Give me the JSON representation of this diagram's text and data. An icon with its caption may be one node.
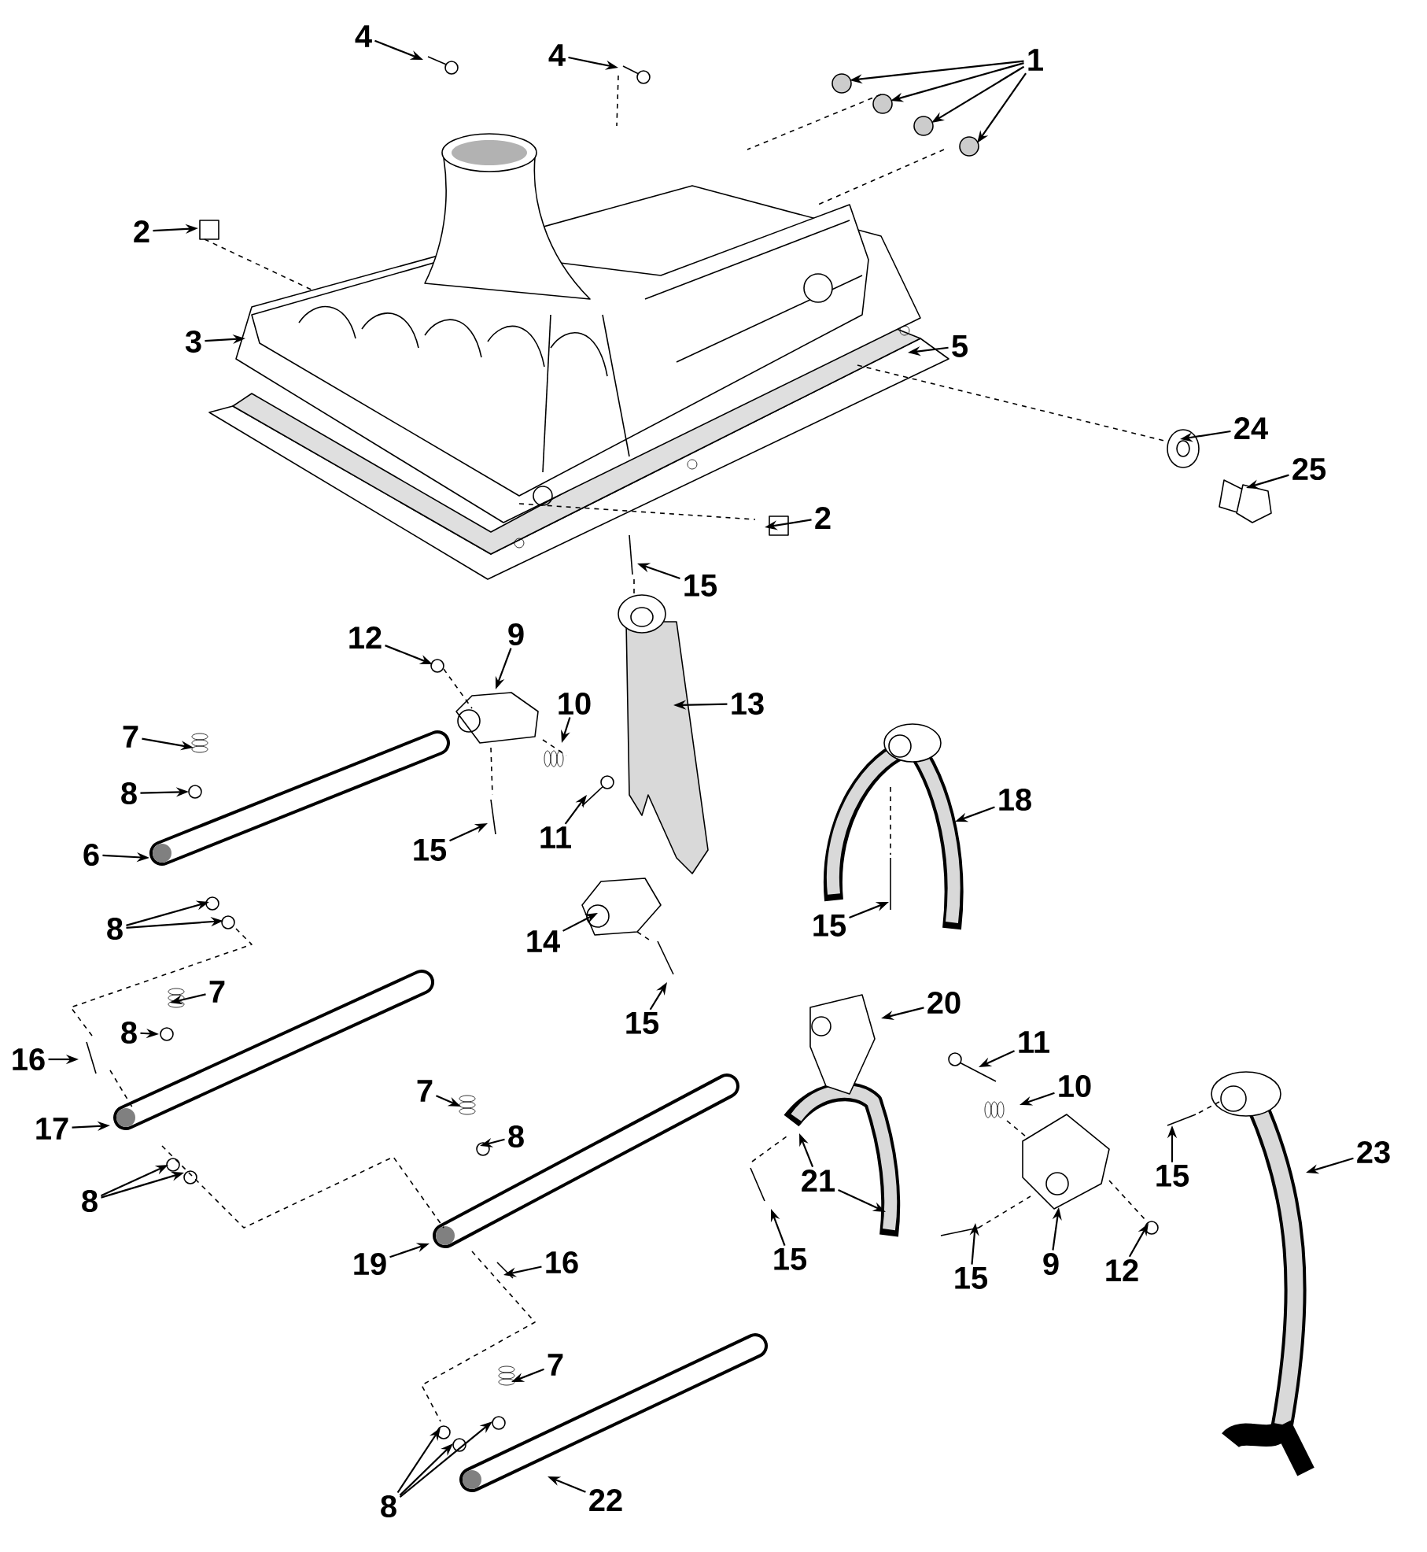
{
  "diagram": {
    "nodes": [
      {
        "text": [
          "4"
        ]
      },
      {
        "text": [
          "4"
        ]
      },
      {
        "text": [
          "1"
        ]
      },
      {
        "text": [
          "2"
        ]
      },
      {
        "text": [
          "3"
        ]
      },
      {
        "text": [
          "5"
        ]
      },
      {
        "text": [
          "24"
        ]
      },
      {
        "text": [
          "25"
        ]
      },
      {
        "text": [
          "2"
        ]
      },
      {
        "text": [
          "15"
        ]
      },
      {
        "text": [
          "9"
        ]
      },
      {
        "text": [
          "12"
        ]
      },
      {
        "text": [
          "10"
        ]
      },
      {
        "text": [
          "13"
        ]
      },
      {
        "text": [
          "7"
        ]
      },
      {
        "text": [
          "8"
        ]
      },
      {
        "text": [
          "18"
        ]
      },
      {
        "text": [
          "11"
        ]
      },
      {
        "text": [
          "15"
        ]
      },
      {
        "text": [
          "6"
        ]
      },
      {
        "text": [
          "15"
        ]
      },
      {
        "text": [
          "8"
        ]
      },
      {
        "text": [
          "14"
        ]
      },
      {
        "text": [
          "7"
        ]
      },
      {
        "text": [
          "20"
        ]
      },
      {
        "text": [
          "15"
        ]
      },
      {
        "text": [
          "8"
        ]
      },
      {
        "text": [
          "11"
        ]
      },
      {
        "text": [
          "16"
        ]
      },
      {
        "text": [
          "10"
        ]
      },
      {
        "text": [
          "7"
        ]
      },
      {
        "text": [
          "17"
        ]
      },
      {
        "text": [
          "8"
        ]
      },
      {
        "text": [
          "23"
        ]
      },
      {
        "text": [
          "15"
        ]
      },
      {
        "text": [
          "21"
        ]
      },
      {
        "text": [
          "8"
        ]
      },
      {
        "text": [
          "15"
        ]
      },
      {
        "text": [
          "9"
        ]
      },
      {
        "text": [
          "19"
        ]
      },
      {
        "text": [
          "16"
        ]
      },
      {
        "text": [
          "12"
        ]
      },
      {
        "text": [
          "15"
        ]
      },
      {
        "text": [
          "7"
        ]
      },
      {
        "text": [
          "22"
        ]
      },
      {
        "text": [
          "8"
        ]
      }
    ],
    "edges": [
      {
        "from": 0,
        "to": null,
        "arrow": "to"
      },
      {
        "from": 1,
        "to": null,
        "arrow": "to"
      },
      {
        "from": 2,
        "to": null,
        "arrow": "to"
      },
      {
        "from": 2,
        "to": null,
        "arrow": "to"
      },
      {
        "from": 2,
        "to": null,
        "arrow": "to"
      },
      {
        "from": 2,
        "to": null,
        "arrow": "to"
      },
      {
        "from": 3,
        "to": null,
        "arrow": "to"
      },
      {
        "from": 4,
        "to": null,
        "arrow": "to"
      },
      {
        "from": 5,
        "to": null,
        "arrow": "to"
      },
      {
        "from": 6,
        "to": null,
        "arrow": "to"
      },
      {
        "from": 7,
        "to": null,
        "arrow": "to"
      },
      {
        "from": 8,
        "to": null,
        "arrow": "to"
      },
      {
        "from": 9,
        "to": null,
        "arrow": "to"
      },
      {
        "from": 10,
        "to": null,
        "arrow": "to"
      },
      {
        "from": 11,
        "to": null,
        "arrow": "to"
      },
      {
        "from": 12,
        "to": null,
        "arrow": "to"
      },
      {
        "from": 13,
        "to": null,
        "arrow": "to"
      },
      {
        "from": 14,
        "to": null,
        "arrow": "to"
      },
      {
        "from": 15,
        "to": null,
        "arrow": "to"
      },
      {
        "from": 16,
        "to": null,
        "arrow": "to"
      },
      {
        "from": 17,
        "to": null,
        "arrow": "to"
      },
      {
        "from": 18,
        "to": null,
        "arrow": "to"
      },
      {
        "from": 19,
        "to": null,
        "arrow": "to"
      },
      {
        "from": 20,
        "to": null,
        "arrow": "to"
      },
      {
        "from": 21,
        "to": null,
        "arrow": "to"
      },
      {
        "from": 21,
        "to": null,
        "arrow": "to"
      },
      {
        "from": 22,
        "to": null,
        "arrow": "to"
      },
      {
        "from": 23,
        "to": null,
        "arrow": "to"
      },
      {
        "from": 24,
        "to": null,
        "arrow": "to"
      },
      {
        "from": 25,
        "to": null,
        "arrow": "to"
      },
      {
        "from": 26,
        "to": null,
        "arrow": "to"
      },
      {
        "from": 27,
        "to": null,
        "arrow": "to"
      },
      {
        "from": 28,
        "to": null,
        "arrow": "to"
      },
      {
        "from": 29,
        "to": null,
        "arrow": "to"
      },
      {
        "from": 30,
        "to": null,
        "arrow": "to"
      },
      {
        "from": 31,
        "to": null,
        "arrow": "to"
      },
      {
        "from": 32,
        "to": null,
        "arrow": "to"
      },
      {
        "from": 33,
        "to": null,
        "arrow": "to"
      },
      {
        "from": 34,
        "to": null,
        "arrow": "to"
      },
      {
        "from": 35,
        "to": null,
        "arrow": "to"
      },
      {
        "from": 35,
        "to": null,
        "arrow": "to"
      },
      {
        "from": 36,
        "to": null,
        "arrow": "to"
      },
      {
        "from": 36,
        "to": null,
        "arrow": "to"
      },
      {
        "from": 37,
        "to": null,
        "arrow": "to"
      },
      {
        "from": 38,
        "to": null,
        "arrow": "to"
      },
      {
        "from": 39,
        "to": null,
        "arrow": "to"
      },
      {
        "from": 40,
        "to": null,
        "arrow": "to"
      },
      {
        "from": 41,
        "to": null,
        "arrow": "to"
      },
      {
        "from": 42,
        "to": null,
        "arrow": "to"
      },
      {
        "from": 43,
        "to": null,
        "arrow": "to"
      },
      {
        "from": 44,
        "to": null,
        "arrow": "to"
      },
      {
        "from": 45,
        "to": null,
        "arrow": "to"
      },
      {
        "from": 45,
        "to": null,
        "arrow": "to"
      },
      {
        "from": 45,
        "to": null,
        "arrow": "to"
      }
    ]
  }
}
